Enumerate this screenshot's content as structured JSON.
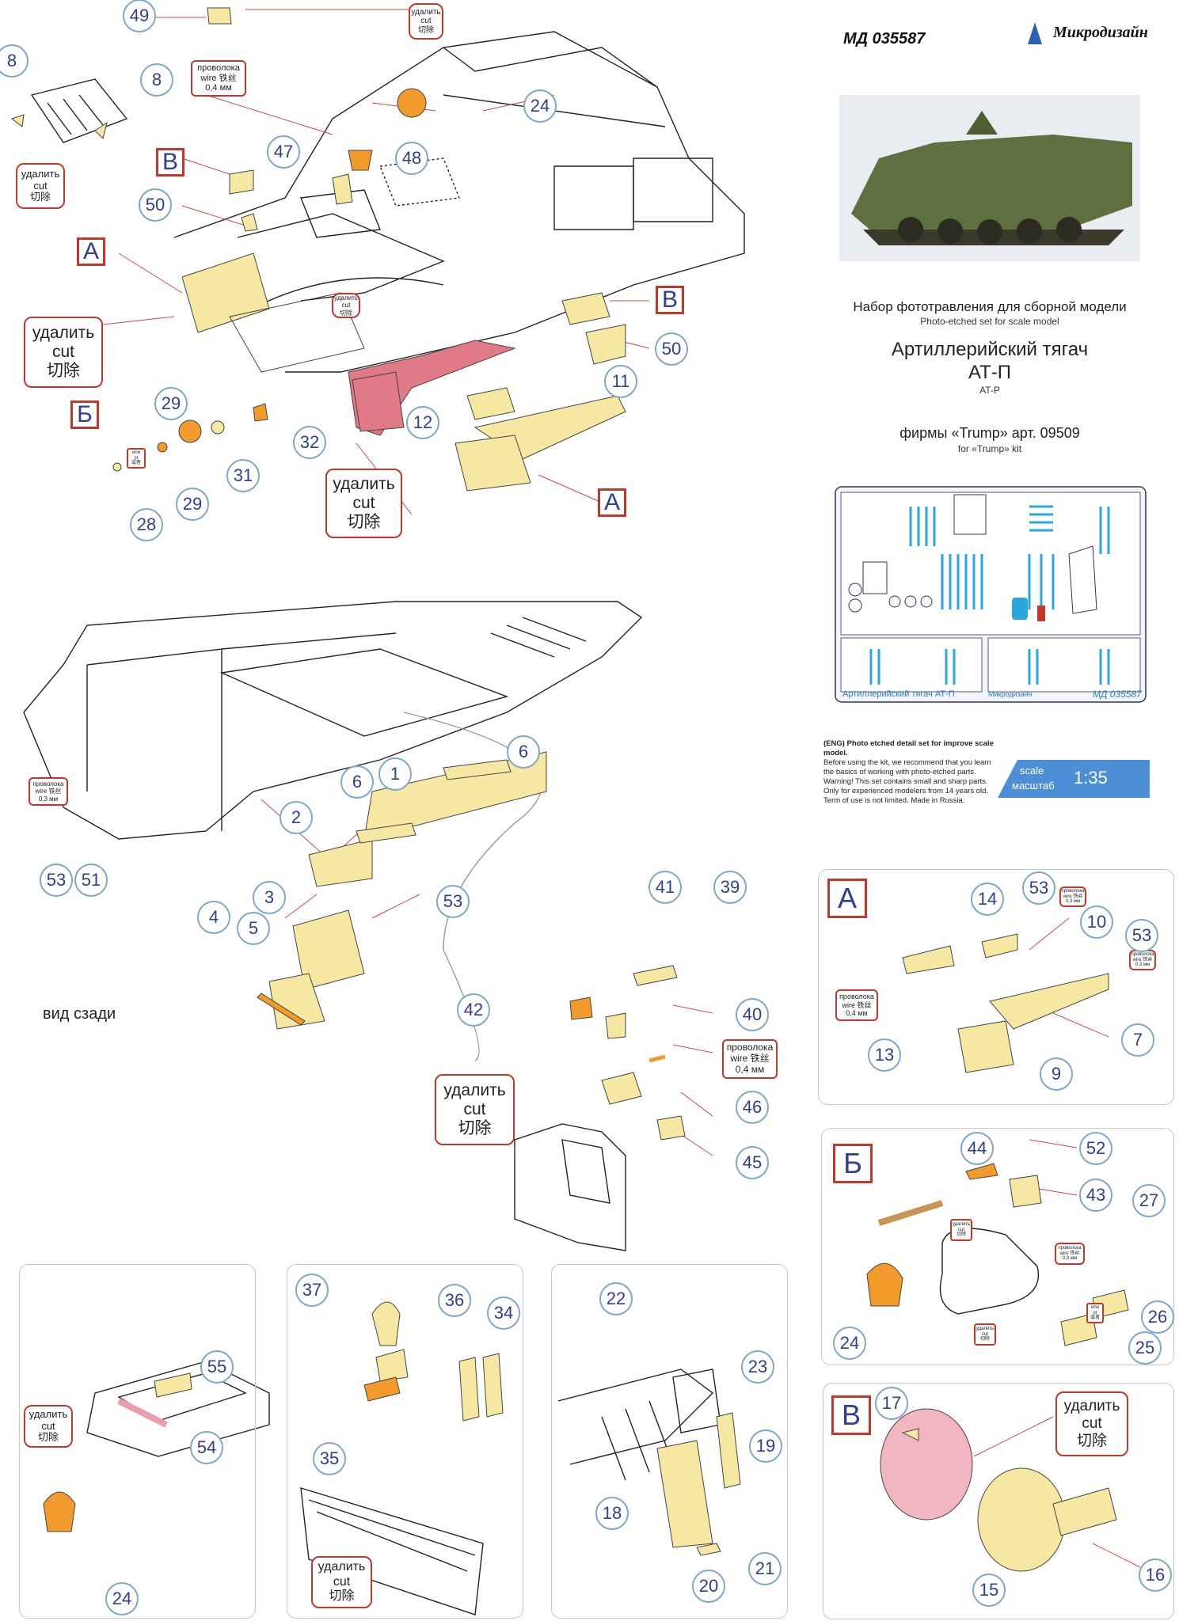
{
  "header": {
    "code": "МД 035587",
    "brand": "Микродизайн",
    "title_ru": "Набор фототравления для сборной модели",
    "title_en": "Photo-etched set for scale model",
    "model_ru": "Артиллерийский тягач",
    "model_code_ru": "АТ-П",
    "model_code_en": "AT-P",
    "kit_ru": "фирмы «Trump» арт. 09509",
    "kit_en": "for «Trump» kit"
  },
  "fret": {
    "label": "Артиллерийский  тягач  АТ-П",
    "brand": "Микродизайн",
    "code": "МД 035587"
  },
  "notice": {
    "lines": [
      "(ENG) Photo etched detail set for improve scale model.",
      "Before using the kit, we recommend that you learn",
      "the basics of working with photo-etched parts.",
      "Warning! This set contains small and sharp parts.",
      "Only for experienced modelers from 14 years old.",
      "Term of use is not limited. Made in Russia."
    ]
  },
  "scale": {
    "label_en": "scale",
    "label_ru": "масштаб",
    "value": "1:35"
  },
  "labels": {
    "rear_view": "вид сзади",
    "cut_ru": "удалить",
    "cut_en": "cut",
    "cut_zh": "切除",
    "wire_ru": "проволока",
    "wire_en": "wire",
    "wire_zh": "铁丝",
    "wire_04": "0,4 мм",
    "wire_03": "0,3 мм",
    "or_ru": "или",
    "or_en": "or",
    "or_zh": "或者"
  },
  "section_letters": {
    "a": "А",
    "b": "Б",
    "v": "В"
  },
  "callouts": {
    "c1": "1",
    "c2": "2",
    "c3": "3",
    "c4": "4",
    "c5": "5",
    "c6": "6",
    "c7": "7",
    "c8": "8",
    "c9": "9",
    "c10": "10",
    "c11": "11",
    "c12": "12",
    "c13": "13",
    "c14": "14",
    "c15": "15",
    "c16": "16",
    "c17": "17",
    "c18": "18",
    "c19": "19",
    "c20": "20",
    "c21": "21",
    "c22": "22",
    "c23": "23",
    "c24": "24",
    "c25": "25",
    "c26": "26",
    "c27": "27",
    "c28": "28",
    "c29": "29",
    "c31": "31",
    "c32": "32",
    "c34": "34",
    "c35": "35",
    "c36": "36",
    "c37": "37",
    "c39": "39",
    "c40": "40",
    "c41": "41",
    "c42": "42",
    "c43": "43",
    "c44": "44",
    "c45": "45",
    "c46": "46",
    "c47": "47",
    "c48": "48",
    "c49": "49",
    "c50": "50",
    "c51": "51",
    "c52": "52",
    "c53": "53",
    "c54": "54",
    "c55": "55"
  },
  "colors": {
    "part_yellow": "#f6e7a3",
    "part_orange": "#f39a2c",
    "part_red": "#e07a86",
    "accent_red": "#c0392b",
    "callout_ring": "#7fa8c8",
    "scale_blue": "#4d8fd6",
    "photo_green": "#5f7040"
  }
}
